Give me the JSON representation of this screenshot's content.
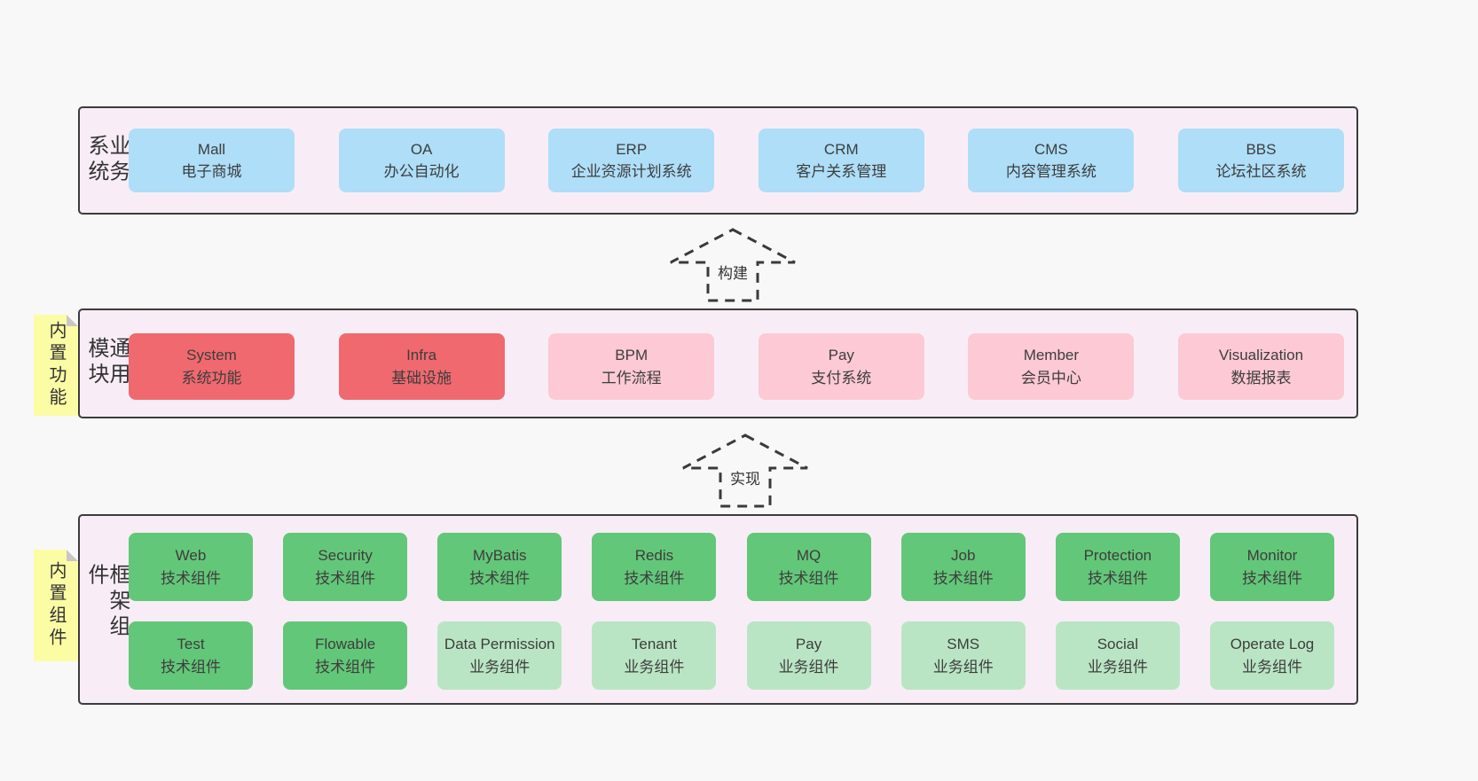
{
  "colors": {
    "page_bg": "#f8f8f8",
    "panel_bg": "#f8edf6",
    "panel_border": "#3c3c3c",
    "blue_box": "#aedef8",
    "red_box": "#f0696f",
    "pink_box": "#fcc9d4",
    "green_box": "#63c779",
    "light_green_box": "#bae5c4",
    "sticky_bg": "#fcfca5",
    "text": "#3d3d3d"
  },
  "arrows": {
    "build": "构建",
    "implement": "实现"
  },
  "sections": {
    "business": {
      "label": "业务系统",
      "boxes": [
        {
          "name": "Mall",
          "desc": "电子商城"
        },
        {
          "name": "OA",
          "desc": "办公自动化"
        },
        {
          "name": "ERP",
          "desc": "企业资源计划系统"
        },
        {
          "name": "CRM",
          "desc": "客户关系管理"
        },
        {
          "name": "CMS",
          "desc": "内容管理系统"
        },
        {
          "name": "BBS",
          "desc": "论坛社区系统"
        }
      ]
    },
    "modules": {
      "label": "通用模块",
      "sticky": "内置功能",
      "boxes": [
        {
          "name": "System",
          "desc": "系统功能"
        },
        {
          "name": "Infra",
          "desc": "基础设施"
        },
        {
          "name": "BPM",
          "desc": "工作流程"
        },
        {
          "name": "Pay",
          "desc": "支付系统"
        },
        {
          "name": "Member",
          "desc": "会员中心"
        },
        {
          "name": "Visualization",
          "desc": "数据报表"
        }
      ]
    },
    "components": {
      "label": "框架组件",
      "sticky": "内置组件",
      "row1": [
        {
          "name": "Web",
          "desc": "技术组件"
        },
        {
          "name": "Security",
          "desc": "技术组件"
        },
        {
          "name": "MyBatis",
          "desc": "技术组件"
        },
        {
          "name": "Redis",
          "desc": "技术组件"
        },
        {
          "name": "MQ",
          "desc": "技术组件"
        },
        {
          "name": "Job",
          "desc": "技术组件"
        },
        {
          "name": "Protection",
          "desc": "技术组件"
        },
        {
          "name": "Monitor",
          "desc": "技术组件"
        }
      ],
      "row2": [
        {
          "name": "Test",
          "desc": "技术组件"
        },
        {
          "name": "Flowable",
          "desc": "技术组件"
        },
        {
          "name": "Data Permission",
          "desc": "业务组件"
        },
        {
          "name": "Tenant",
          "desc": "业务组件"
        },
        {
          "name": "Pay",
          "desc": "业务组件"
        },
        {
          "name": "SMS",
          "desc": "业务组件"
        },
        {
          "name": "Social",
          "desc": "业务组件"
        },
        {
          "name": "Operate Log",
          "desc": "业务组件"
        }
      ]
    }
  }
}
